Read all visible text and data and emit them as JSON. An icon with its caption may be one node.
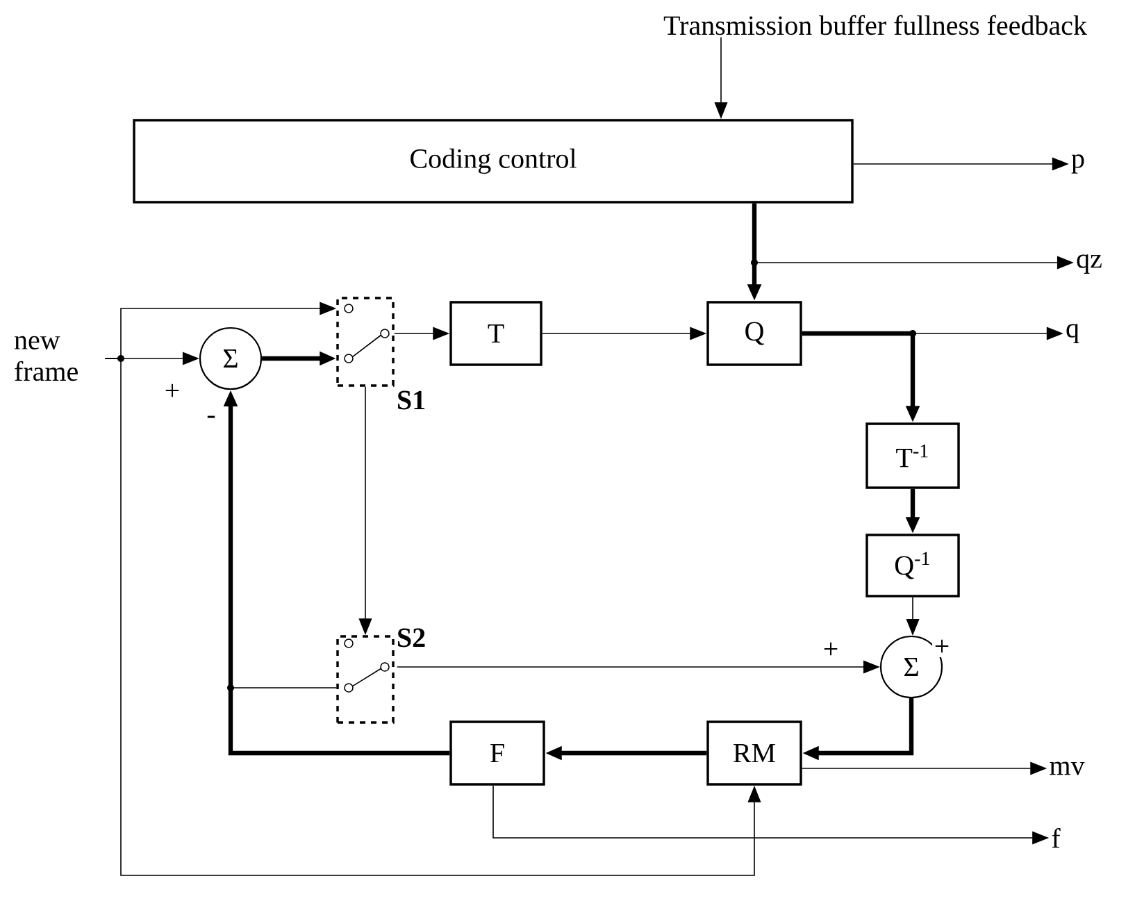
{
  "diagram": {
    "nodes": [
      {
        "text": [
          "Transmission buffer fullness feedback"
        ]
      },
      {
        "text": [
          "Coding control"
        ]
      },
      {
        "text": [
          "p"
        ]
      },
      {
        "text": [
          "qz"
        ]
      },
      {
        "text": [
          "new frame"
        ]
      },
      {
        "text": [
          "Σ"
        ]
      },
      {
        "text": [
          "S1"
        ]
      },
      {
        "text": [
          "T"
        ]
      },
      {
        "text": [
          "Q"
        ]
      },
      {
        "text": [
          "q"
        ]
      },
      {
        "text": [
          "T$^{-1}$"
        ]
      },
      {
        "text": [
          "Q$^{-1}$"
        ]
      },
      {
        "text": [
          "Σ"
        ]
      },
      {
        "text": [
          "S2"
        ]
      },
      {
        "text": [
          "F"
        ]
      },
      {
        "text": [
          "RM"
        ]
      },
      {
        "text": [
          "mv"
        ]
      },
      {
        "text": [
          "f"
        ]
      }
    ],
    "edges": [
      {
        "from": 0,
        "to": 1,
        "arrow": "to"
      },
      {
        "from": 1,
        "to": 2,
        "arrow": "to"
      },
      {
        "from": 1,
        "to": 8,
        "arrow": "to",
        "style": "thick"
      },
      {
        "from": 1,
        "to": 3,
        "arrow": "to"
      },
      {
        "from": 4,
        "to": 5,
        "arrow": "to",
        "label": "+"
      },
      {
        "from": 4,
        "to": 6,
        "arrow": "to"
      },
      {
        "from": 4,
        "to": 15,
        "arrow": "to"
      },
      {
        "from": 5,
        "to": 6,
        "arrow": "to",
        "style": "thick"
      },
      {
        "from": 6,
        "to": 7,
        "arrow": "to"
      },
      {
        "from": 6,
        "to": 13,
        "arrow": "to"
      },
      {
        "from": 7,
        "to": 8,
        "arrow": "to"
      },
      {
        "from": 8,
        "to": 9,
        "arrow": "to"
      },
      {
        "from": 8,
        "to": 10,
        "arrow": "to",
        "style": "thick"
      },
      {
        "from": 10,
        "to": 11,
        "arrow": "to",
        "style": "thick"
      },
      {
        "from": 11,
        "to": 12,
        "arrow": "to",
        "label": "+"
      },
      {
        "from": 13,
        "to": 12,
        "arrow": "to",
        "label": "+"
      },
      {
        "from": 12,
        "to": 15,
        "arrow": "to",
        "style": "thick"
      },
      {
        "from": 15,
        "to": 14,
        "arrow": "to",
        "style": "thick"
      },
      {
        "from": 15,
        "to": 16,
        "arrow": "to"
      },
      {
        "from": 14,
        "to": 5,
        "arrow": "to",
        "style": "thick",
        "label": "-"
      },
      {
        "from": 14,
        "to": 13,
        "arrow": "none"
      },
      {
        "from": 14,
        "to": 17,
        "arrow": "to"
      }
    ]
  }
}
